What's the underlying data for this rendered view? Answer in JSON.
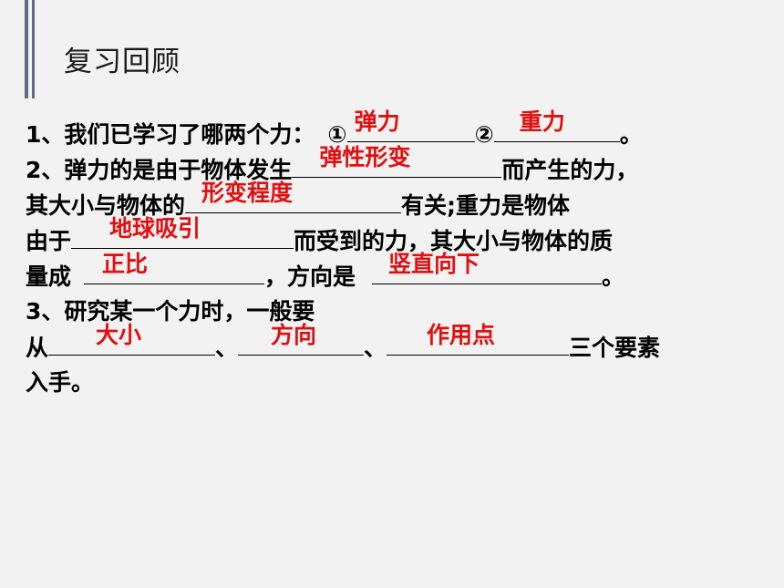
{
  "title": "复习回顾",
  "q1": {
    "text": "1、我们已学习了哪两个力：",
    "m1": "①",
    "a1": "弹力",
    "m2": "②",
    "a2": "重力",
    "end": "。"
  },
  "q2": {
    "l1a": "2、弹力的是由于物体发生",
    "a1": "弹性形变",
    "l1b": "而产生的力，",
    "l2a": "其大小与物体的",
    "a2": "形变程度",
    "l2b": "有关;重力是物体",
    "l3a": "由于",
    "a3": "地球吸引",
    "l3b": "而受到的力，其大小与物体的质",
    "l4a": "量成",
    "a4": "正比",
    "l4b": "，方向是",
    "a5": "竖直向下",
    "l4c": "。"
  },
  "q3": {
    "l1": "3、研究某一个力时，一般要",
    "l2a": "从",
    "a1": "大小",
    "sep1": "、",
    "a2": "方向",
    "sep2": "、",
    "a3": "作用点",
    "l2b": "三个要素",
    "l3": "入手。"
  },
  "colors": {
    "answer": "#e01010",
    "accent_bar": "#5b6d80",
    "background": "#f2f2f2"
  }
}
